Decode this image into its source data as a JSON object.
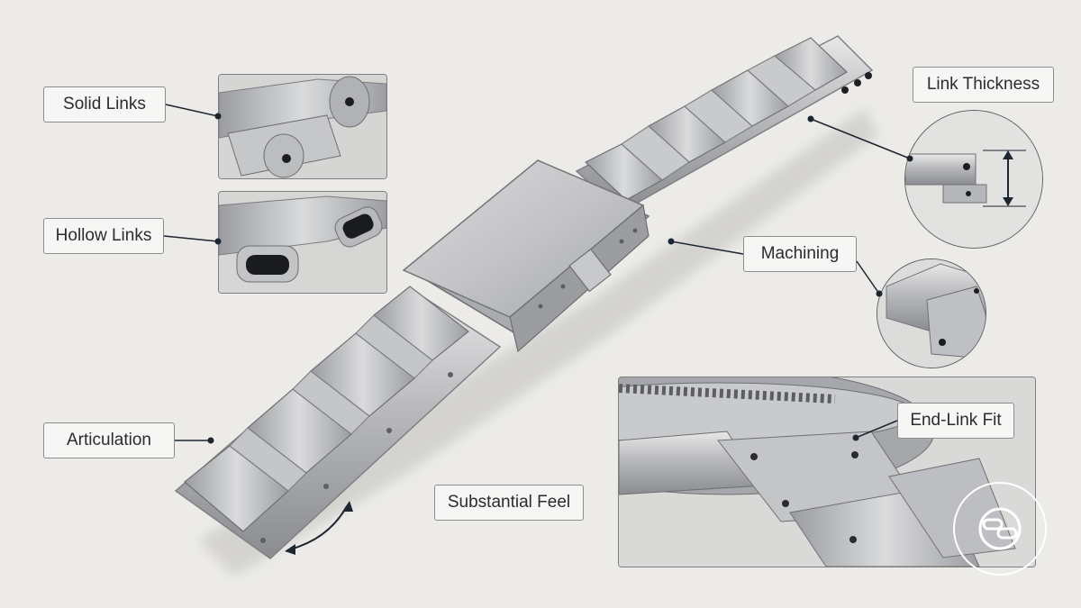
{
  "labels": {
    "solid_links": "Solid Links",
    "hollow_links": "Hollow Links",
    "articulation": "Articulation",
    "substantial_feel": "Substantial Feel",
    "link_thickness": "Link Thickness",
    "machining": "Machining",
    "end_link_fit": "End-Link Fit"
  },
  "icons": {
    "logo": "chain-link-logo-icon",
    "articulation_arrow": "curved-double-arrow-icon",
    "thickness_arrow": "vertical-double-arrow-icon"
  },
  "colors": {
    "background": "#ecebe8",
    "steel": "#b9babd",
    "steel_highlight": "#e4e4e4",
    "steel_shadow": "#7e8084",
    "leader": "#1d2530",
    "hollow_interior": "#1a1b1d"
  }
}
